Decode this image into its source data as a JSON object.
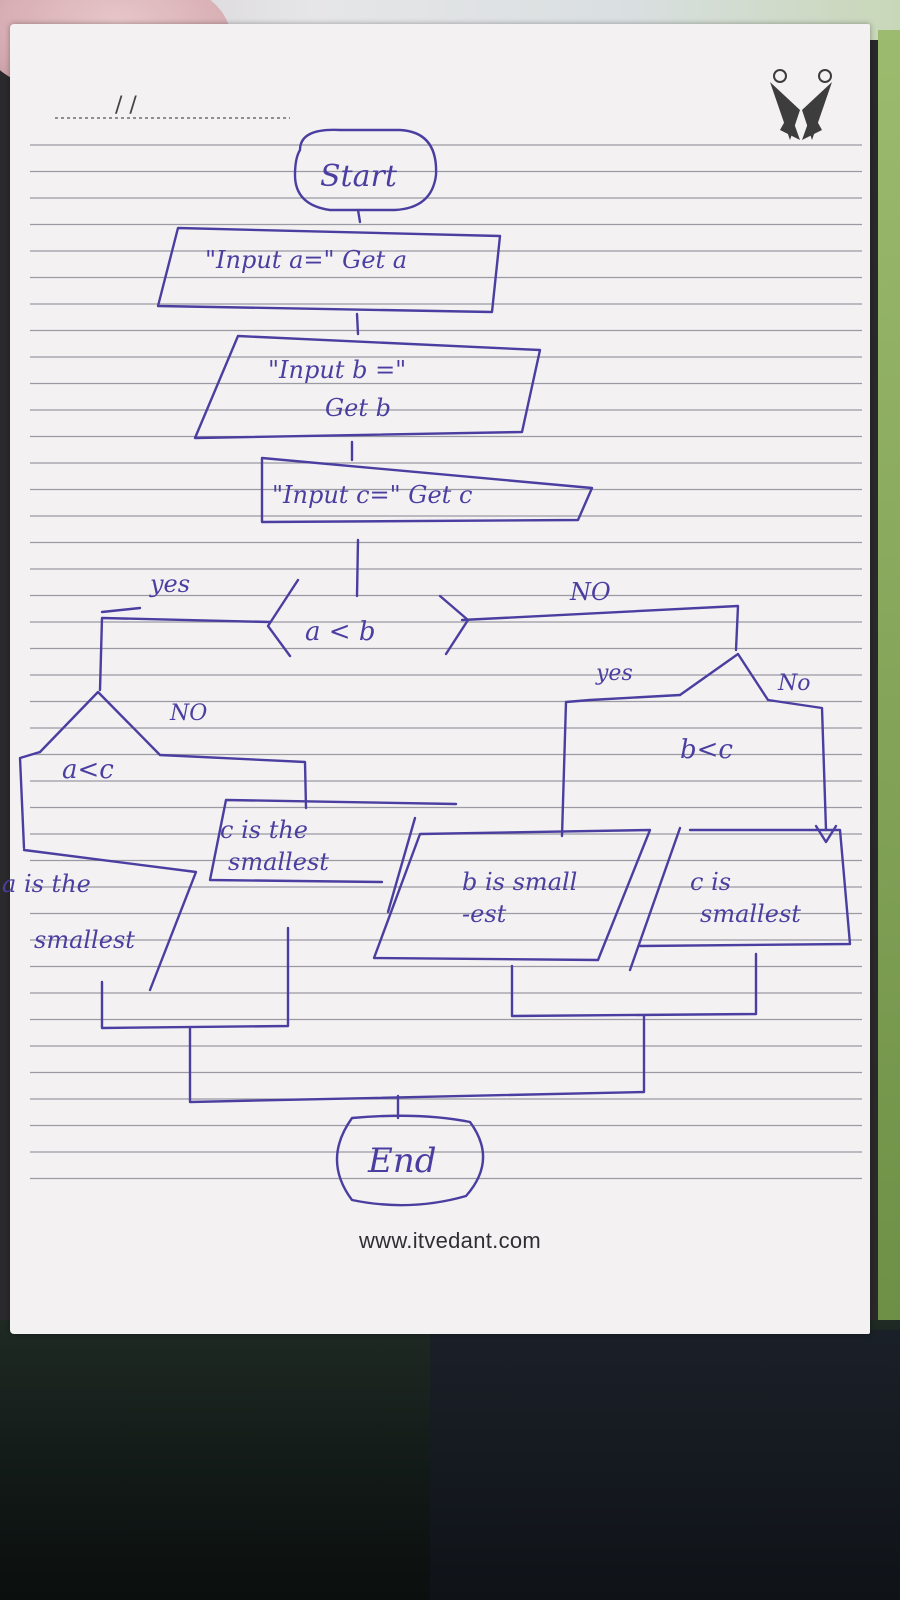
{
  "page": {
    "date_placeholder": "/ /",
    "footer_url": "www.itvedant.com"
  },
  "flowchart": {
    "start": "Start",
    "input_a": "\"Input a=\" Get a",
    "input_b_line1": "\"Input b =\"",
    "input_b_line2": "Get b",
    "input_c": "\"Input c=\" Get c",
    "decision_ab": "a < b",
    "decision_ac": "a<c",
    "decision_bc": "b<c",
    "yes": "yes",
    "no": "NO",
    "no_lower": "No",
    "out_a_line1": "a is the",
    "out_a_line2": "smallest",
    "out_c1_line1": "c is the",
    "out_c1_line2": "smallest",
    "out_b_line1": "b is small",
    "out_b_line2": "-est",
    "out_c2_line1": "c is",
    "out_c2_line2": "smallest",
    "end": "End"
  },
  "colors": {
    "ink": "#4a3fa0",
    "paper": "#f4f1f3",
    "ruled_line": "#9a9aa3"
  }
}
